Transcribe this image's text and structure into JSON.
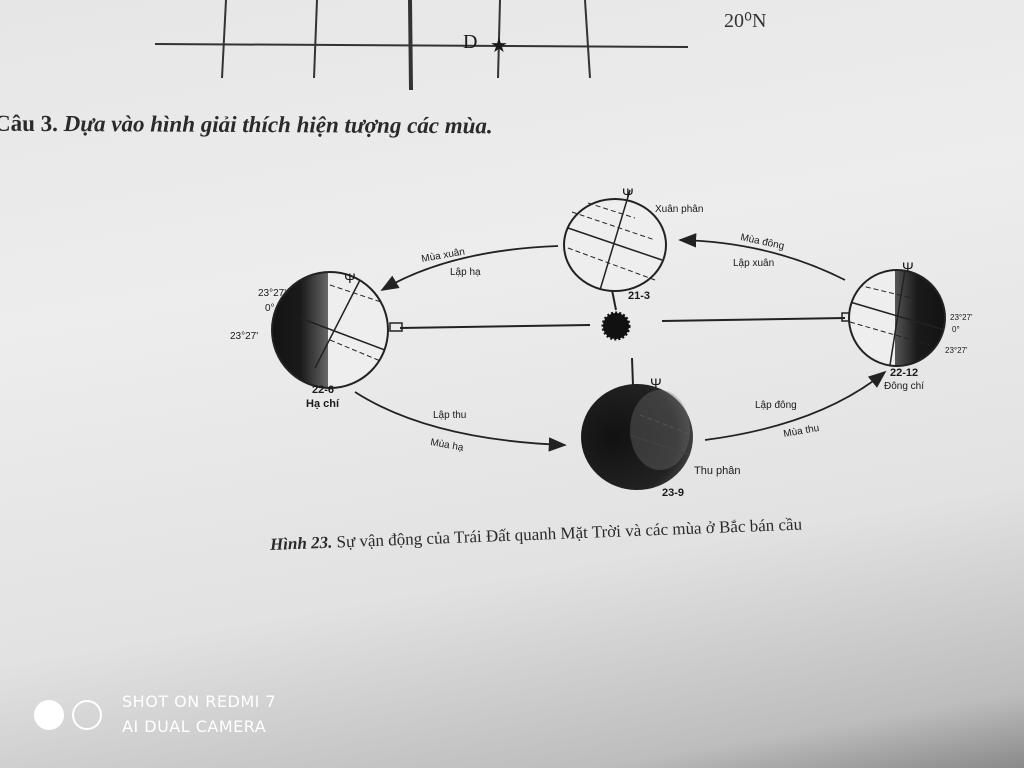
{
  "top_map": {
    "point_label": "D",
    "latitude_label": "20⁰N"
  },
  "question": {
    "number": "Câu 3.",
    "text": "Dựa vào hình giải thích hiện tượng các mùa."
  },
  "diagram": {
    "globes": [
      {
        "date": "21-3",
        "name": "Xuân phân"
      },
      {
        "date": "22-6",
        "name": "Hạ chí",
        "latitudes": [
          "23°27'",
          "0°",
          "23°27'"
        ]
      },
      {
        "date": "23-9",
        "name": "Thu phân"
      },
      {
        "date": "22-12",
        "name": "Đông chí",
        "latitudes": [
          "23°27'",
          "0°",
          "23°27'"
        ]
      }
    ],
    "arcs": [
      {
        "season": "Mùa xuân",
        "start": "Lập hạ"
      },
      {
        "season": "Mùa hạ",
        "start": "Lập thu"
      },
      {
        "season": "Mùa thu",
        "start": "Lập đông"
      },
      {
        "season": "Mùa đông",
        "start": "Lập xuân"
      }
    ]
  },
  "caption": {
    "figure": "Hình 23.",
    "text": "Sự vận động của Trái Đất quanh Mặt Trời và các mùa ở Bắc bán cầu"
  },
  "watermark": {
    "line1": "SHOT ON REDMI 7",
    "line2": "AI DUAL CAMERA"
  }
}
